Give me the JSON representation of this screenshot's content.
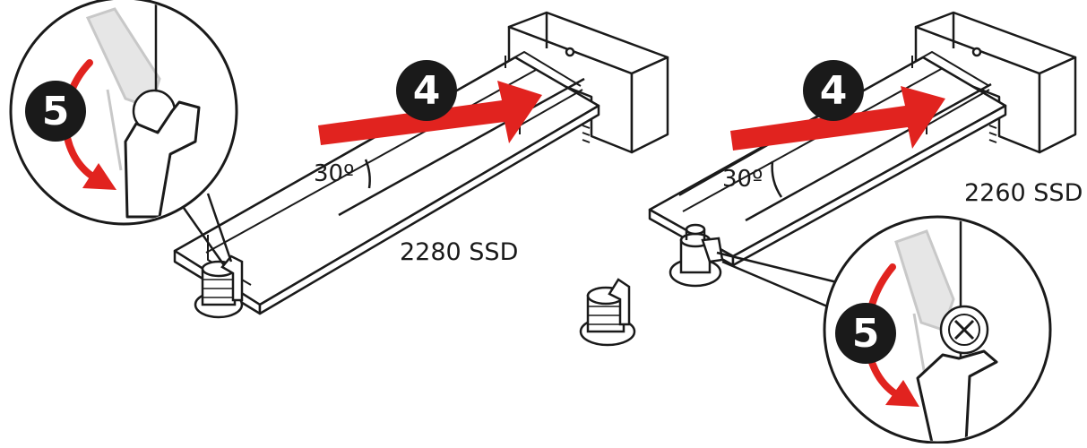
{
  "colors": {
    "line": "#1a1a1a",
    "accent": "#e1231f",
    "badge": "#1a1a1a",
    "badge_text": "#ffffff",
    "light_gray": "#d9d9d9",
    "mid_gray": "#bdbdbd"
  },
  "left_panel": {
    "step_insert": "4",
    "step_latch": "5",
    "angle_label": "30º",
    "ssd_label": "2280 SSD"
  },
  "right_panel": {
    "step_insert": "4",
    "step_latch": "5",
    "angle_label": "30º",
    "ssd_label": "2260 SSD"
  },
  "icons": {
    "insert_arrow": "red-arrow-icon",
    "rotate_arrow": "curved-red-arrow-icon",
    "latch": "ez-latch-icon",
    "standoff": "standoff-icon",
    "locked_screw": "cross-mark-icon"
  }
}
